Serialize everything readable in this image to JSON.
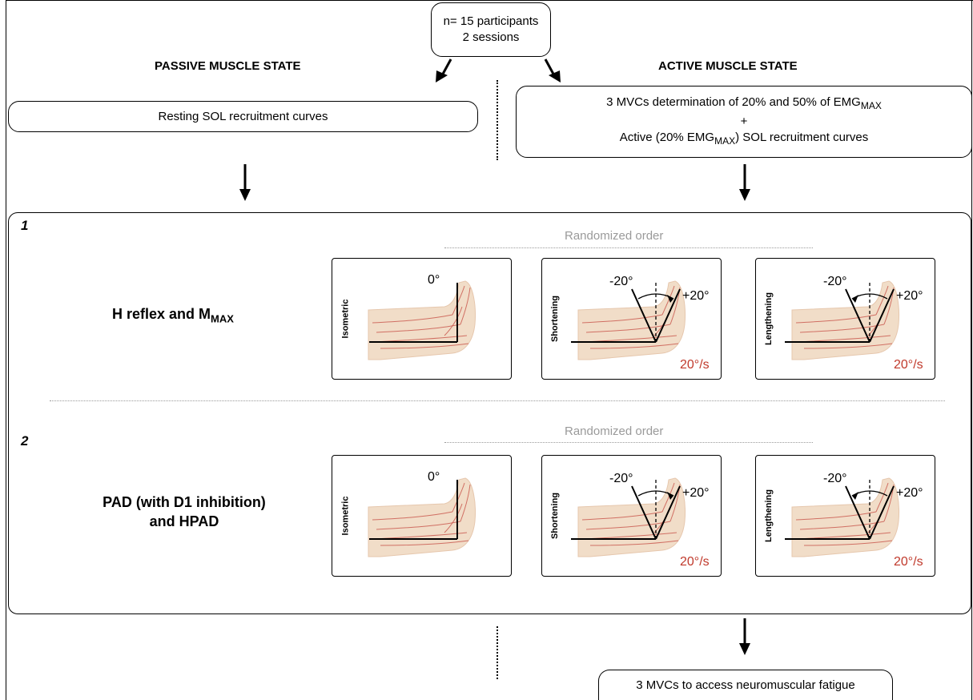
{
  "participants": {
    "line1": "n= 15 participants",
    "line2": "2 sessions"
  },
  "passive": {
    "heading": "PASSIVE MUSCLE STATE",
    "box": "Resting SOL recruitment  curves"
  },
  "active": {
    "heading": "ACTIVE MUSCLE STATE",
    "line1_main": "3 MVCs determination of 20% and 50% of EMG",
    "line1_sub": "MAX",
    "plus": "+",
    "line3_pre": "Active (20% EMG",
    "line3_sub": "MAX",
    "line3_post": ") SOL recruitment  curves"
  },
  "protocol": {
    "randomized_label": "Randomized order",
    "sections": [
      {
        "number": "1",
        "measure_main": "H reflex and M",
        "measure_sub": "MAX",
        "panels": [
          {
            "label": "Isometric",
            "angle": "0°"
          },
          {
            "label": "Shortening",
            "start": "-20°",
            "end": "+20°",
            "velocity": "20°/s"
          },
          {
            "label": "Lengthening",
            "start": "-20°",
            "end": "+20°",
            "velocity": "20°/s"
          }
        ]
      },
      {
        "number": "2",
        "measure_line1": "PAD (with D1 inhibition)",
        "measure_line2": "and HPAD",
        "panels": [
          {
            "label": "Isometric",
            "angle": "0°"
          },
          {
            "label": "Shortening",
            "start": "-20°",
            "end": "+20°",
            "velocity": "20°/s"
          },
          {
            "label": "Lengthening",
            "start": "-20°",
            "end": "+20°",
            "velocity": "20°/s"
          }
        ]
      }
    ]
  },
  "fatigue": {
    "box": "3 MVCs to access neuromuscular fatigue"
  },
  "colors": {
    "velocity": "#c0392b",
    "randomized": "#9a9a9a",
    "skin": "#f1ddc8",
    "vessels": "#c8544a"
  }
}
